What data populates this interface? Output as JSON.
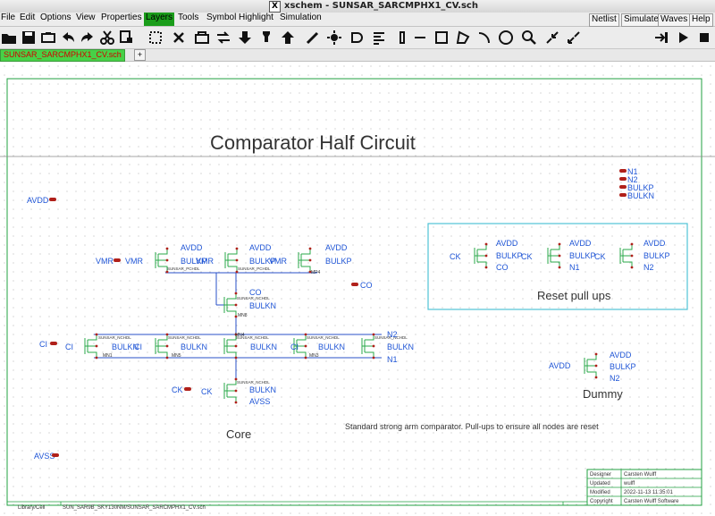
{
  "window": {
    "title": "xschem - SUNSAR_SARCMPHX1_CV.sch",
    "app_icon": "X"
  },
  "menu": [
    "File",
    "Edit",
    "Options",
    "View",
    "Properties",
    "Layers",
    "Tools",
    "Symbol",
    "Highlight",
    "Simulation"
  ],
  "menu_active": "Layers",
  "menu_right": [
    "Netlist",
    "Simulate",
    "Waves",
    "Help"
  ],
  "toolbar_icons": [
    "folder-open-icon",
    "save-icon",
    "reload-icon",
    "undo-icon",
    "redo-icon",
    "cut-icon",
    "copy-icon",
    "paste-icon",
    "delete-icon",
    "place-symbol-icon",
    "flip-icon",
    "move-down-icon",
    "place-pin-icon",
    "move-up-icon",
    "draw-wire-icon",
    "highlight-icon",
    "logic-gate-icon",
    "netlabel-icon",
    "resistor-icon",
    "line-icon",
    "rect-icon",
    "polygon-icon",
    "arc-icon",
    "circle-icon",
    "zoom-icon",
    "zoom-out-icon",
    "zoom-in-icon",
    "push-icon",
    "play-icon",
    "stop-icon"
  ],
  "tab": {
    "label": "SUNSAR_SARCMPHX1_CV.sch",
    "add": "+"
  },
  "accent": {
    "menu_active": "#1a9d1a",
    "tab_bg": "#47d147",
    "tab_text": "#d10000",
    "schematic_text": "#1f55d6",
    "pin": "#b0201a",
    "wire": "#2a50c8",
    "frame": "#22a040",
    "box": "#4fc3d6",
    "label_dark": "#333333"
  },
  "schematic": {
    "title": "Comparator Half Circuit",
    "core_label": "Core",
    "reset_label": "Reset pull ups",
    "dummy_label": "Dummy",
    "note": "Standard strong arm comparator. Pull-ups to ensure all nodes are reset",
    "pins": {
      "avdd": "AVDD",
      "vmr": "VMR",
      "ci": "CI",
      "ck": "CK",
      "avss": "AVSS",
      "co": "CO",
      "n1": "N1",
      "n2": "N2",
      "bulkp": "BULKP",
      "bulkn": "BULKN"
    },
    "reset_ck": "CK",
    "device_models": {
      "p": "SUNSAR_PCHDL",
      "n": "SUNSAR_NCHDL"
    },
    "devices": {
      "mp4": "MP4",
      "mn8": "MN8",
      "mn4": "MN4",
      "mn1": "MN1",
      "mn5": "MN5",
      "mn3": "MN3"
    }
  },
  "titleblock": {
    "designer_label": "Designer",
    "designer": "Carsten Wulff",
    "updated_label": "Updated",
    "updated": "wulff",
    "modified_label": "Modified",
    "modified": "2022-11-13 11:35:01",
    "copyright_label": "Copyright",
    "copyright": "Carsten Wulff Software",
    "library_label": "Library/Cell",
    "library": "SUN_SAR9B_SKY130NM/SUNSAR_SARCMPHX1_CV.sch"
  }
}
